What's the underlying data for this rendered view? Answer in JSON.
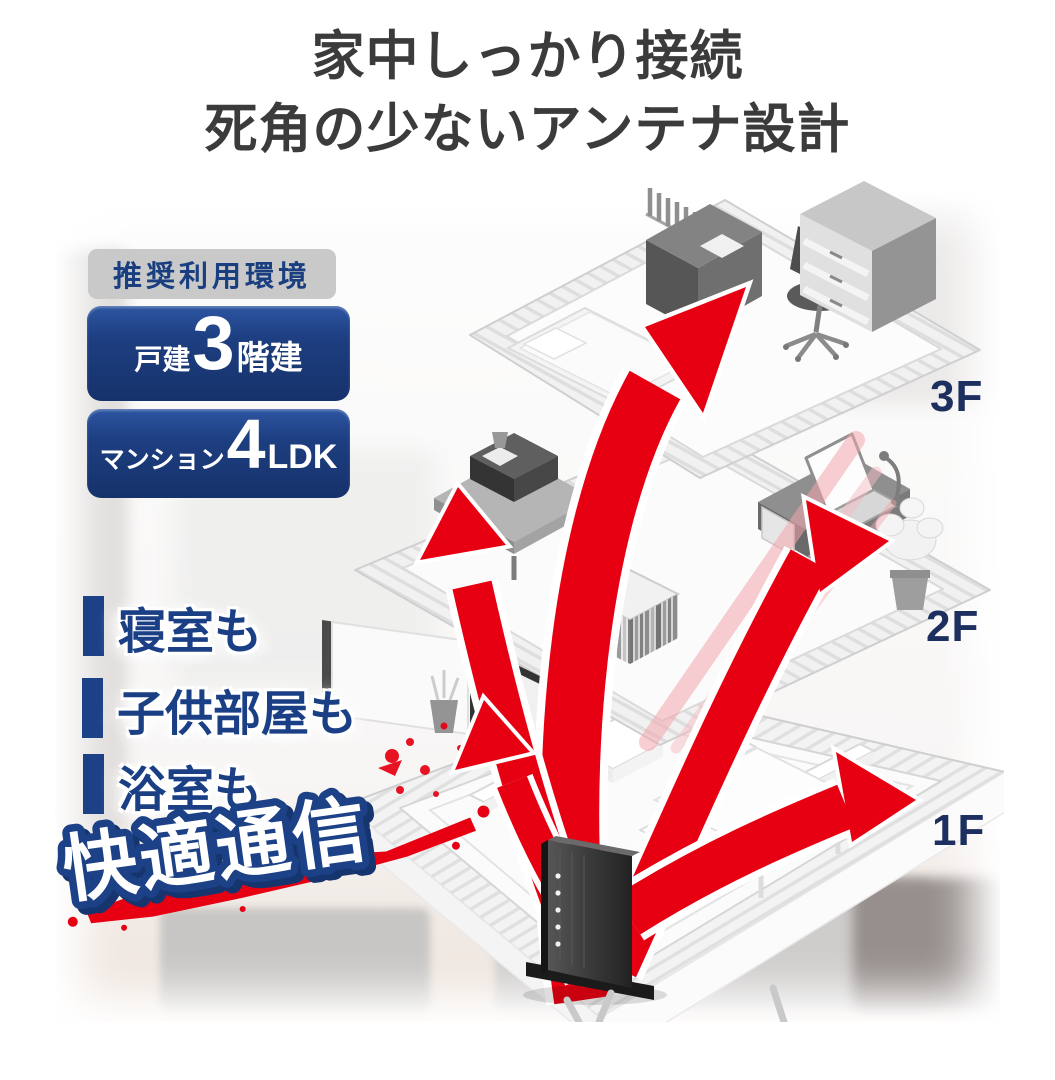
{
  "title": {
    "line1": "家中しっかり接続",
    "line2": "死角の少ないアンテナ設計"
  },
  "recommended_env": {
    "badge": "推奨利用環境",
    "items": [
      {
        "prefix": "戸建",
        "number": "3",
        "suffix": "階建"
      },
      {
        "prefix": "マンション",
        "number": "4",
        "suffix": "LDK"
      }
    ]
  },
  "coverage": {
    "rooms": [
      "寝室も",
      "子供部屋も",
      "浴室も"
    ],
    "slogan": "快適通信"
  },
  "floors": [
    {
      "label": "3F"
    },
    {
      "label": "2F"
    },
    {
      "label": "1F"
    }
  ],
  "illustration": {
    "device": "wifi-router",
    "arrows": [
      "to-3f",
      "to-2f-left",
      "to-2f-right",
      "to-2f-tv",
      "to-1f-right"
    ]
  },
  "colors": {
    "title_gray": "#3b3b3b",
    "brand_navy": "#1c4187",
    "deep_navy": "#16356e",
    "floor_label_navy": "#1d2f5e",
    "badge_gray": "#c9c9c9",
    "arrow_red": "#e60012"
  }
}
